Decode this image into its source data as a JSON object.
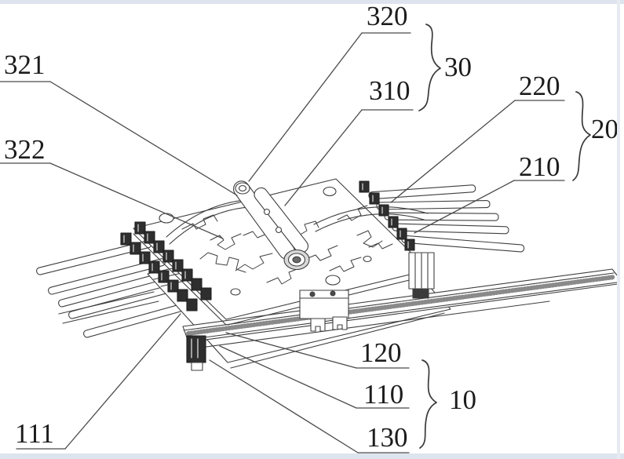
{
  "figure": {
    "labels": {
      "l320": "320",
      "l321": "321",
      "l322": "322",
      "l310": "310",
      "l30": "30",
      "l220": "220",
      "l20": "20",
      "l210": "210",
      "l120": "120",
      "l110": "110",
      "l10": "10",
      "l130": "130",
      "l111": "111"
    },
    "groups": [
      {
        "brace_label": "30",
        "members": [
          "320",
          "310"
        ]
      },
      {
        "brace_label": "20",
        "members": [
          "220",
          "210"
        ]
      },
      {
        "brace_label": "10",
        "members": [
          "120",
          "110",
          "130"
        ]
      }
    ],
    "colors": {
      "background": "#ffffff",
      "line": "#3f3f3f",
      "label_text": "#1c1c1c",
      "border_strip": "#dde4ee",
      "block_fill": "#2e2e2e"
    }
  }
}
